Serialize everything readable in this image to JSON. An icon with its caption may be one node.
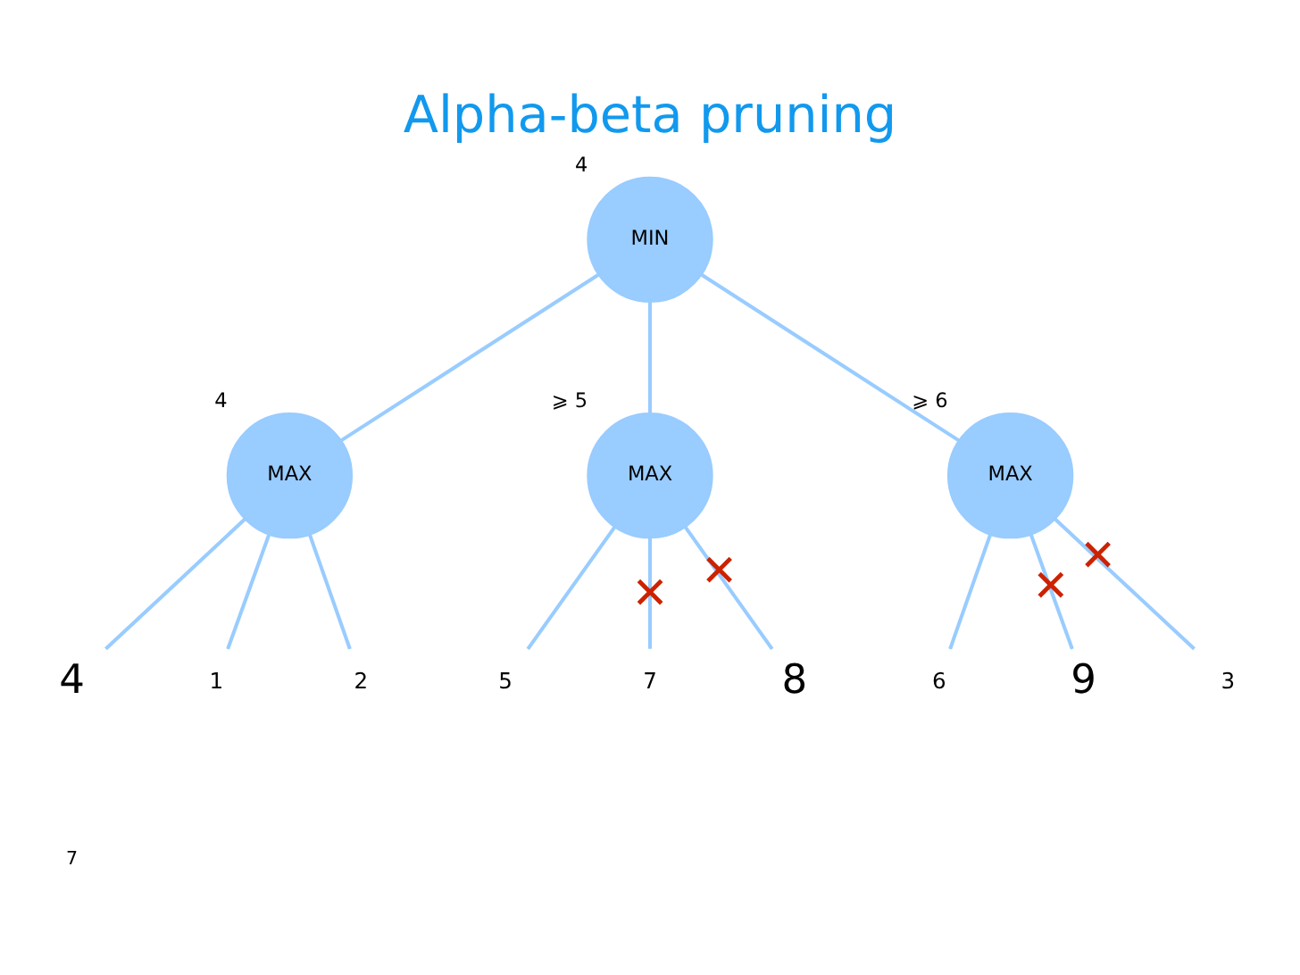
{
  "diagram": {
    "title": "Alpha-beta pruning",
    "nodes": [
      {
        "text": [
          "MIN"
        ],
        "beside": [
          "4"
        ]
      },
      {
        "text": [
          "MAX"
        ],
        "beside": [
          "4"
        ]
      },
      {
        "text": [
          "MAX"
        ],
        "beside": [
          "⩾ 5"
        ]
      },
      {
        "text": [
          "MAX"
        ],
        "beside": [
          "⩾ 6"
        ]
      },
      {
        "text": [
          "4"
        ]
      },
      {
        "text": [
          "1"
        ]
      },
      {
        "text": [
          "2"
        ]
      },
      {
        "text": [
          "5"
        ]
      },
      {
        "text": [
          "7"
        ]
      },
      {
        "text": [
          "8"
        ]
      },
      {
        "text": [
          "6"
        ]
      },
      {
        "text": [
          "9"
        ]
      },
      {
        "text": [
          "3"
        ]
      }
    ],
    "edges": [
      {
        "from": 0,
        "to": 1,
        "arrow": "none"
      },
      {
        "from": 0,
        "to": 2,
        "arrow": "none"
      },
      {
        "from": 0,
        "to": 3,
        "arrow": "none"
      },
      {
        "from": 1,
        "to": 4,
        "arrow": "none"
      },
      {
        "from": 1,
        "to": 5,
        "arrow": "none"
      },
      {
        "from": 1,
        "to": 6,
        "arrow": "none"
      },
      {
        "from": 2,
        "to": 7,
        "arrow": "none"
      },
      {
        "from": 2,
        "to": 8,
        "arrow": "none",
        "label": "✕"
      },
      {
        "from": 2,
        "to": 9,
        "arrow": "none",
        "label": "✕"
      },
      {
        "from": 3,
        "to": 10,
        "arrow": "none"
      },
      {
        "from": 3,
        "to": 11,
        "arrow": "none",
        "label": "✕"
      },
      {
        "from": 3,
        "to": 12,
        "arrow": "none",
        "label": "✕"
      }
    ],
    "labels": [
      "7"
    ]
  }
}
